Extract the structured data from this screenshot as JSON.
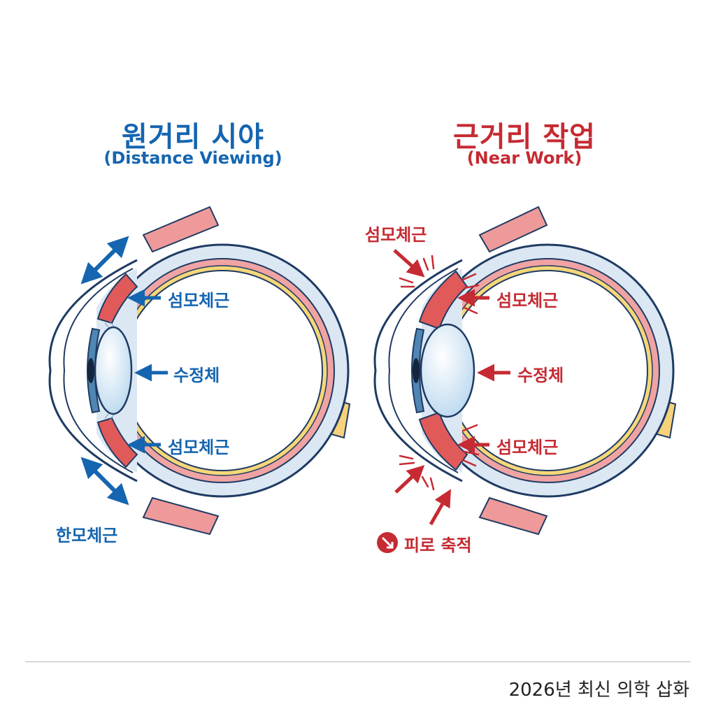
{
  "colors": {
    "left_accent": "#1565b0",
    "right_accent": "#c62a32",
    "sclera": "#dbe8f4",
    "outline": "#1f3b63",
    "choroid": "#f0a3a3",
    "retina": "#f5d77a",
    "ciliary_muscle": "#e05a5a",
    "lens": "#e2f0fa",
    "iris": "#4f86b3"
  },
  "left_panel": {
    "title": "원거리 시야",
    "subtitle": "(Distance Viewing)",
    "labels": {
      "ciliary_top": "섬모체근",
      "lens": "수정체",
      "ciliary_bottom": "섬모체근",
      "muscle": "한모체근"
    }
  },
  "right_panel": {
    "title": "근거리 작업",
    "subtitle": "(Near Work)",
    "labels": {
      "ciliary_outer": "섬모체근",
      "ciliary_top": "섬모체근",
      "lens": "수정체",
      "ciliary_bottom": "섬모체근",
      "fatigue": "피로 축적"
    }
  },
  "footer": "2026년 최신 의학 삽화"
}
